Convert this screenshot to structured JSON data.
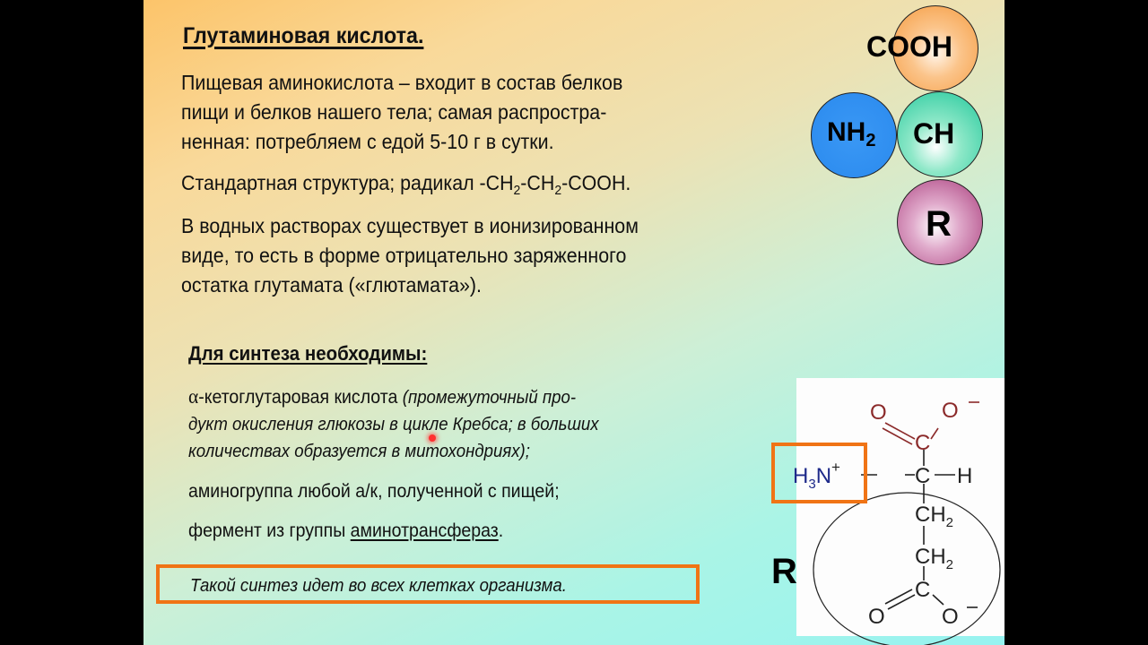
{
  "slide": {
    "title": "Глутаминовая кислота.",
    "paragraphs": {
      "p1": {
        "line1": "Пищевая аминокислота – входит в состав белков",
        "line2": "пищи и белков нашего тела; самая распростра-",
        "line3": "ненная: потребляем с едой 5-10 г в сутки."
      },
      "p2": {
        "prefix": "Стандартная структура; радикал  -CH",
        "sub1": "2",
        "mid": "-CH",
        "sub2": "2",
        "suffix": "-COOH."
      },
      "p3": {
        "line1": "В водных растворах существует в ионизированном",
        "line2": "виде, то есть в форме отрицательно заряженного",
        "line3": "остатка глутамата («глютамата»)."
      }
    },
    "synthesis": {
      "heading": "Для синтеза необходимы:",
      "item1": {
        "alpha": "α",
        "main": "-кетоглутаровая кислота ",
        "note_line1": "(промежуточный про-",
        "note_line2": "дукт окисления глюкозы в цикле Кребса; в больших",
        "note_line3": "количествах образуется в митохондриях);"
      },
      "item2": "аминогруппа любой а/к, полученной с пищей;",
      "item3": {
        "prefix": "фермент из группы ",
        "link": "аминотрансфераз",
        "suffix": "."
      }
    },
    "note": "Такой синтез идет во всех клетках организма.",
    "amino_diagram": {
      "cooh": "COOH",
      "nh2": "NH",
      "nh2_sub": "2",
      "ch": "CH",
      "r": "R",
      "colors": {
        "cooh": "#f59a3e",
        "nh2": "#2f8ef0",
        "ch": "#1fc79a",
        "r": "#a83a7a"
      }
    },
    "structure": {
      "r_label": "R",
      "top_o": "O",
      "top_o_minus": "O",
      "top_c": "C",
      "alpha_c": "C",
      "h": "H",
      "amine": "H",
      "amine_sub": "3",
      "amine_n": "N",
      "amine_charge": "+",
      "ch2_1": "CH",
      "ch2_2": "CH",
      "sub2": "2",
      "bottom_c": "C",
      "bottom_o": "O",
      "bottom_o_minus": "O",
      "minus": "−",
      "highlight_color": "#f07415"
    }
  }
}
